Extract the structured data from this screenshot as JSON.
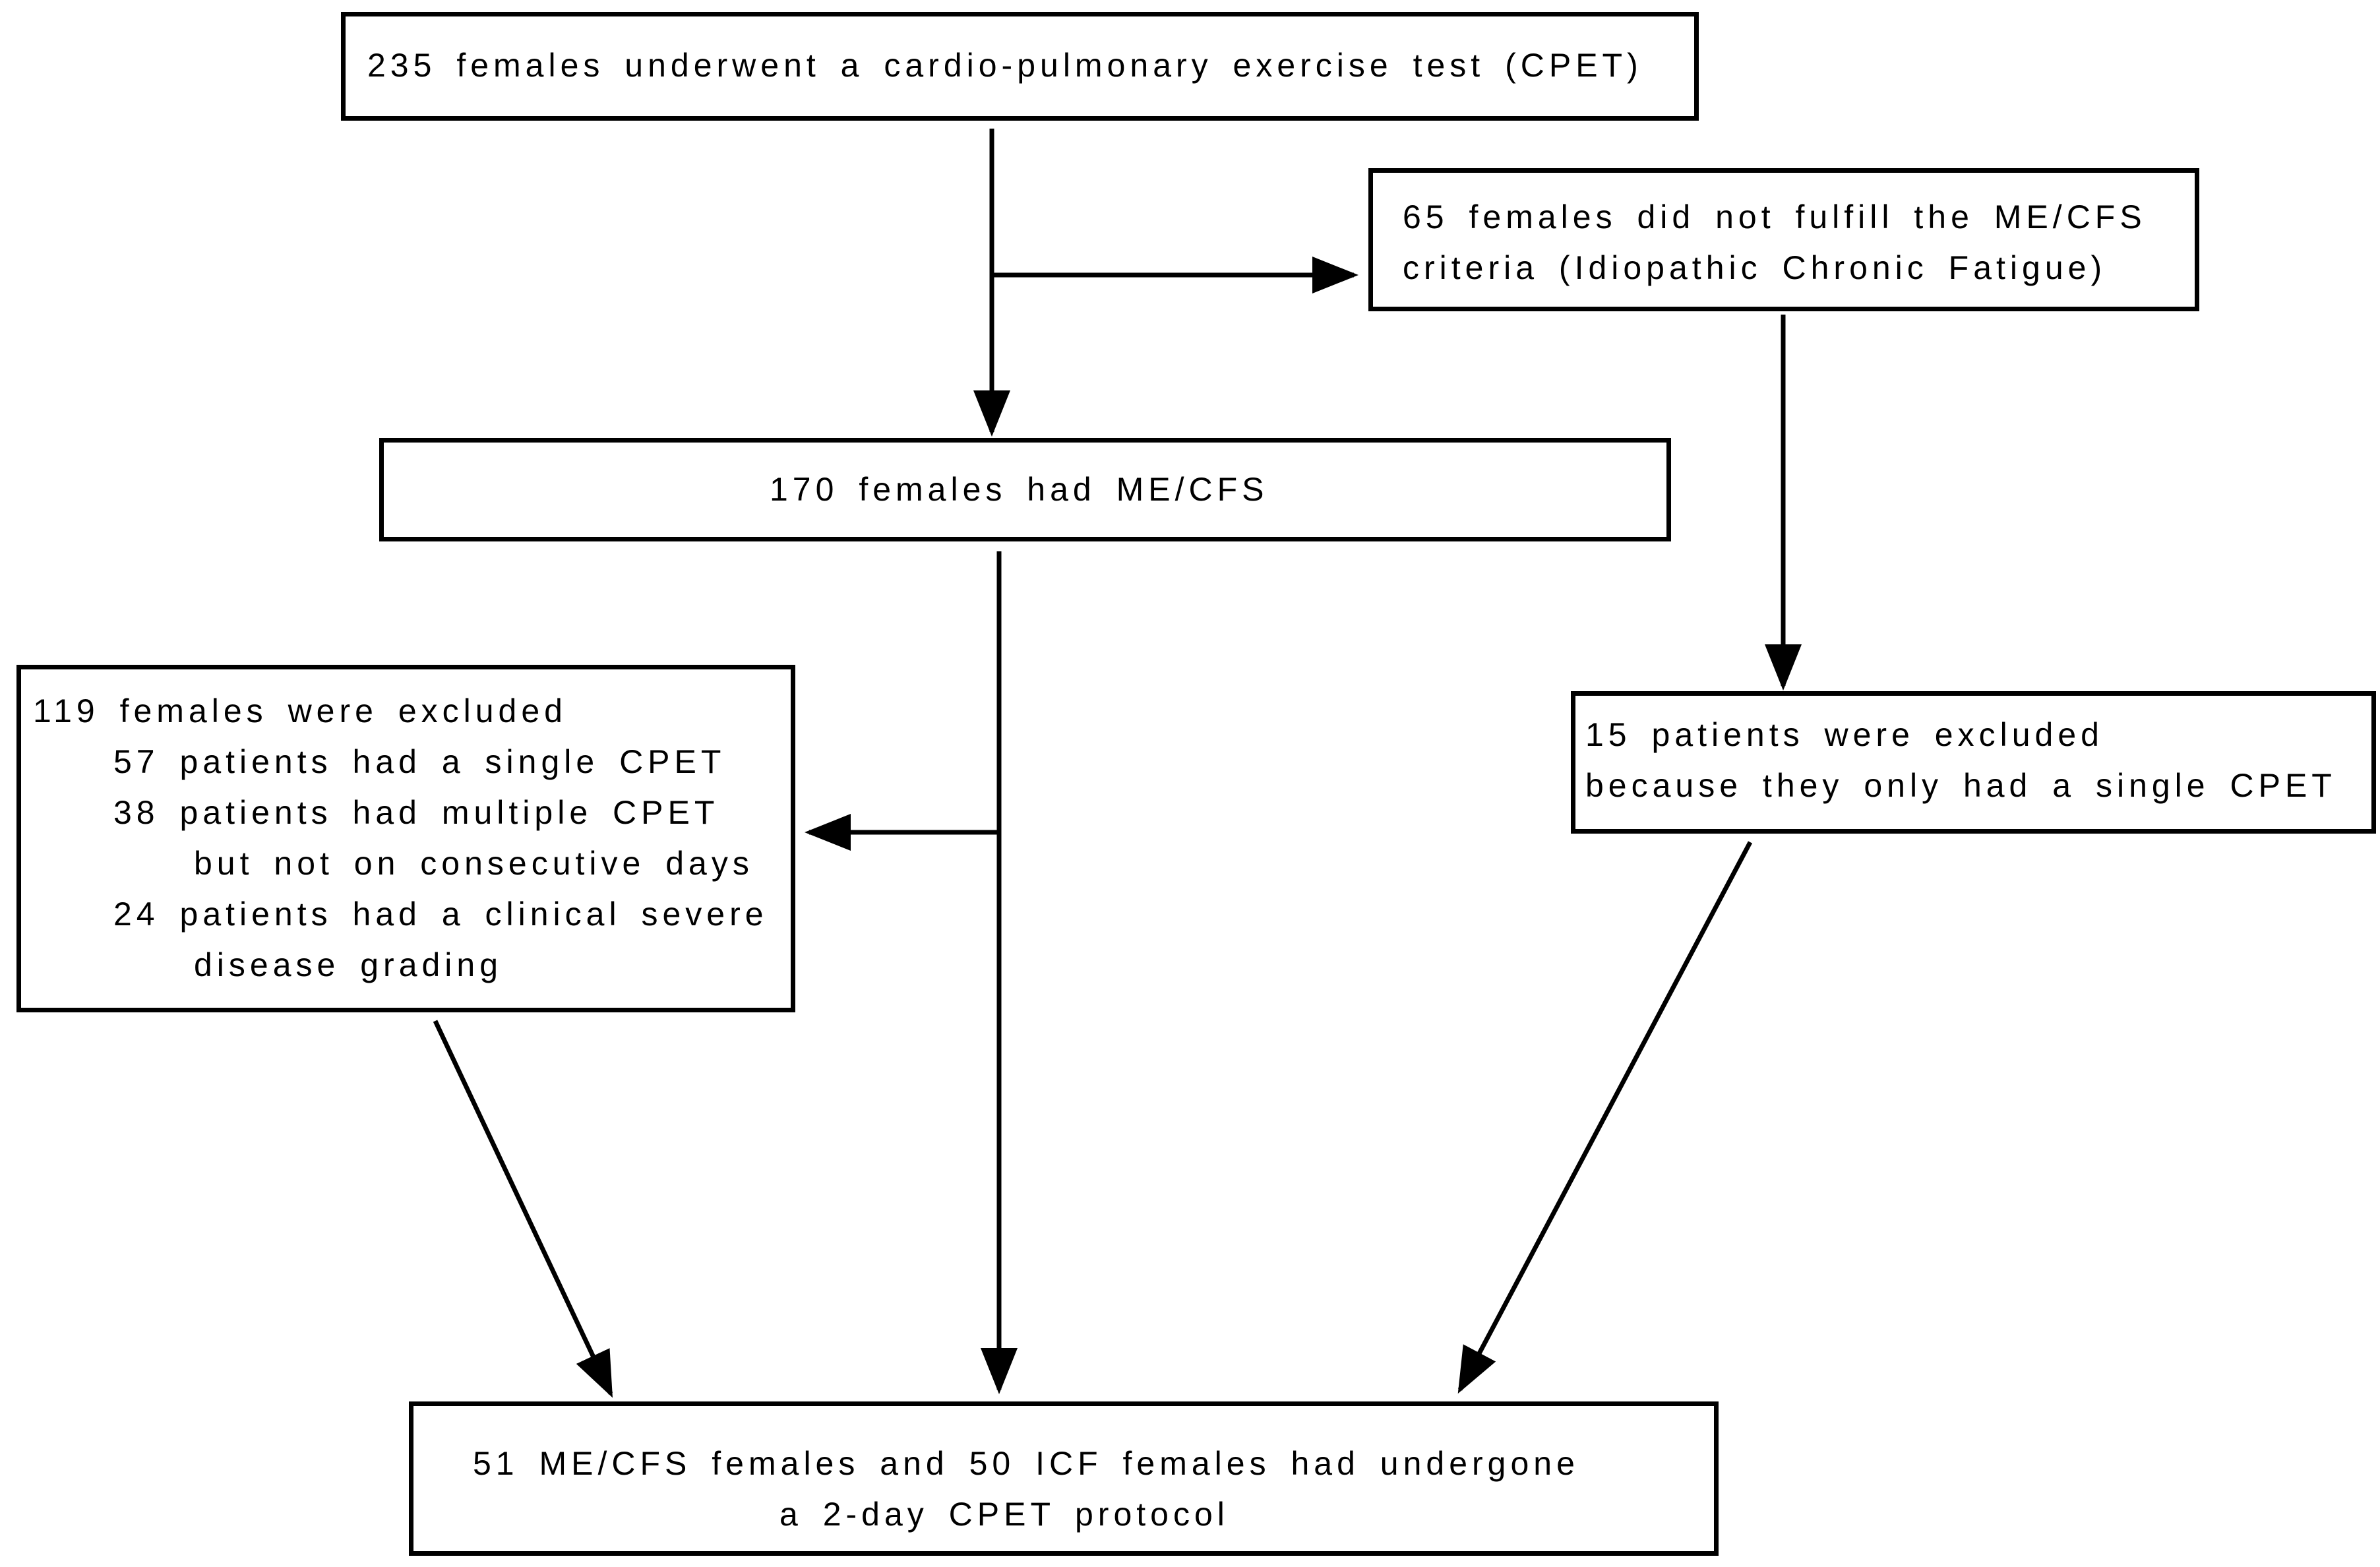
{
  "boxes": {
    "cpet_total": {
      "text": "235 females underwent a cardio-pulmonary exercise test (CPET)"
    },
    "icf": {
      "line1": "65 females did not fulfill the ME/CFS",
      "line2": "criteria (Idiopathic Chronic Fatigue)"
    },
    "mecfs": {
      "text": "170 females had ME/CFS"
    },
    "excluded_mecfs": {
      "title": "119 females were excluded",
      "item1": "57 patients had a single CPET",
      "item2_line1": "38 patients had multiple CPET",
      "item2_line2": "but not on consecutive days",
      "item3_line1": "24 patients had a clinical severe",
      "item3_line2": "disease grading"
    },
    "excluded_icf": {
      "line1": "15 patients were excluded",
      "line2": "because they only had a single CPET"
    },
    "final": {
      "line1": "51 ME/CFS females and 50 ICF females had undergone",
      "line2": "a 2-day CPET protocol"
    }
  }
}
